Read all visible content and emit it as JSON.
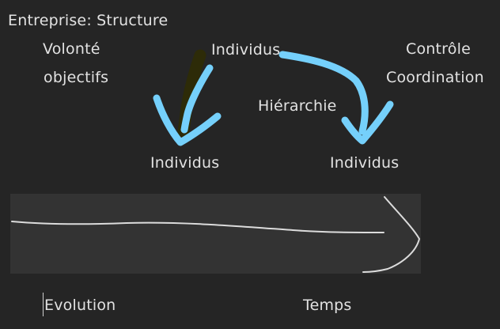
{
  "note": {
    "title": "Entreprise: Structure",
    "left_labels": [
      "Volonté",
      "objectifs"
    ],
    "right_labels": [
      "Contrôle",
      "Coordination"
    ],
    "top_node": "Individus",
    "middle_label": "Hiérarchie",
    "bottom_left_node": "Individus",
    "bottom_right_node": "Individus",
    "timeline_labels": [
      "Evolution",
      "Temps"
    ]
  },
  "colors": {
    "background": "#252525",
    "text": "#e2e2e2",
    "arrow_blue": "#75d0fb",
    "highlight_dark": "#2d2b08",
    "timeline_box": "#333333",
    "timeline_stroke": "#dcdcdc"
  },
  "icons": {
    "drawn_arrow_left": "hand-drawn-arrow-down-left-icon",
    "drawn_arrow_right": "hand-drawn-arrow-down-right-icon",
    "timeline_arrow": "hand-drawn-arrow-right-icon"
  }
}
